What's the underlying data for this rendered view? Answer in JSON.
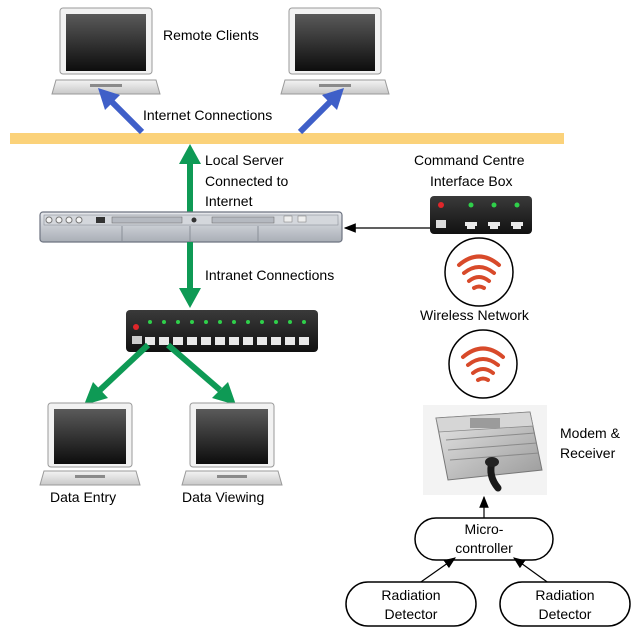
{
  "labels": {
    "remote_clients": "Remote Clients",
    "internet_connections": "Internet Connections",
    "local_server_1": "Local Server",
    "local_server_2": "Connected to",
    "local_server_3": "Internet",
    "command_centre_1": "Command Centre",
    "command_centre_2": "Interface Box",
    "intranet_connections": "Intranet Connections",
    "wireless_network": "Wireless Network",
    "modem_1": "Modem &",
    "modem_2": "Receiver",
    "data_entry": "Data Entry",
    "data_viewing": "Data Viewing",
    "microcontroller_1": "Micro-",
    "microcontroller_2": "controller",
    "detector_left_1": "Radiation",
    "detector_left_2": "Detector",
    "detector_right_1": "Radiation",
    "detector_right_2": "Detector"
  },
  "colors": {
    "internet_bar": "#fbd27a",
    "green_arrow": "#0e9a55",
    "blue_arrow": "#3f5fc8",
    "wireless": "#d84a2a",
    "device_dark": "#2b2b2b",
    "led_green": "#2fd04a",
    "led_red": "#e0262a"
  }
}
